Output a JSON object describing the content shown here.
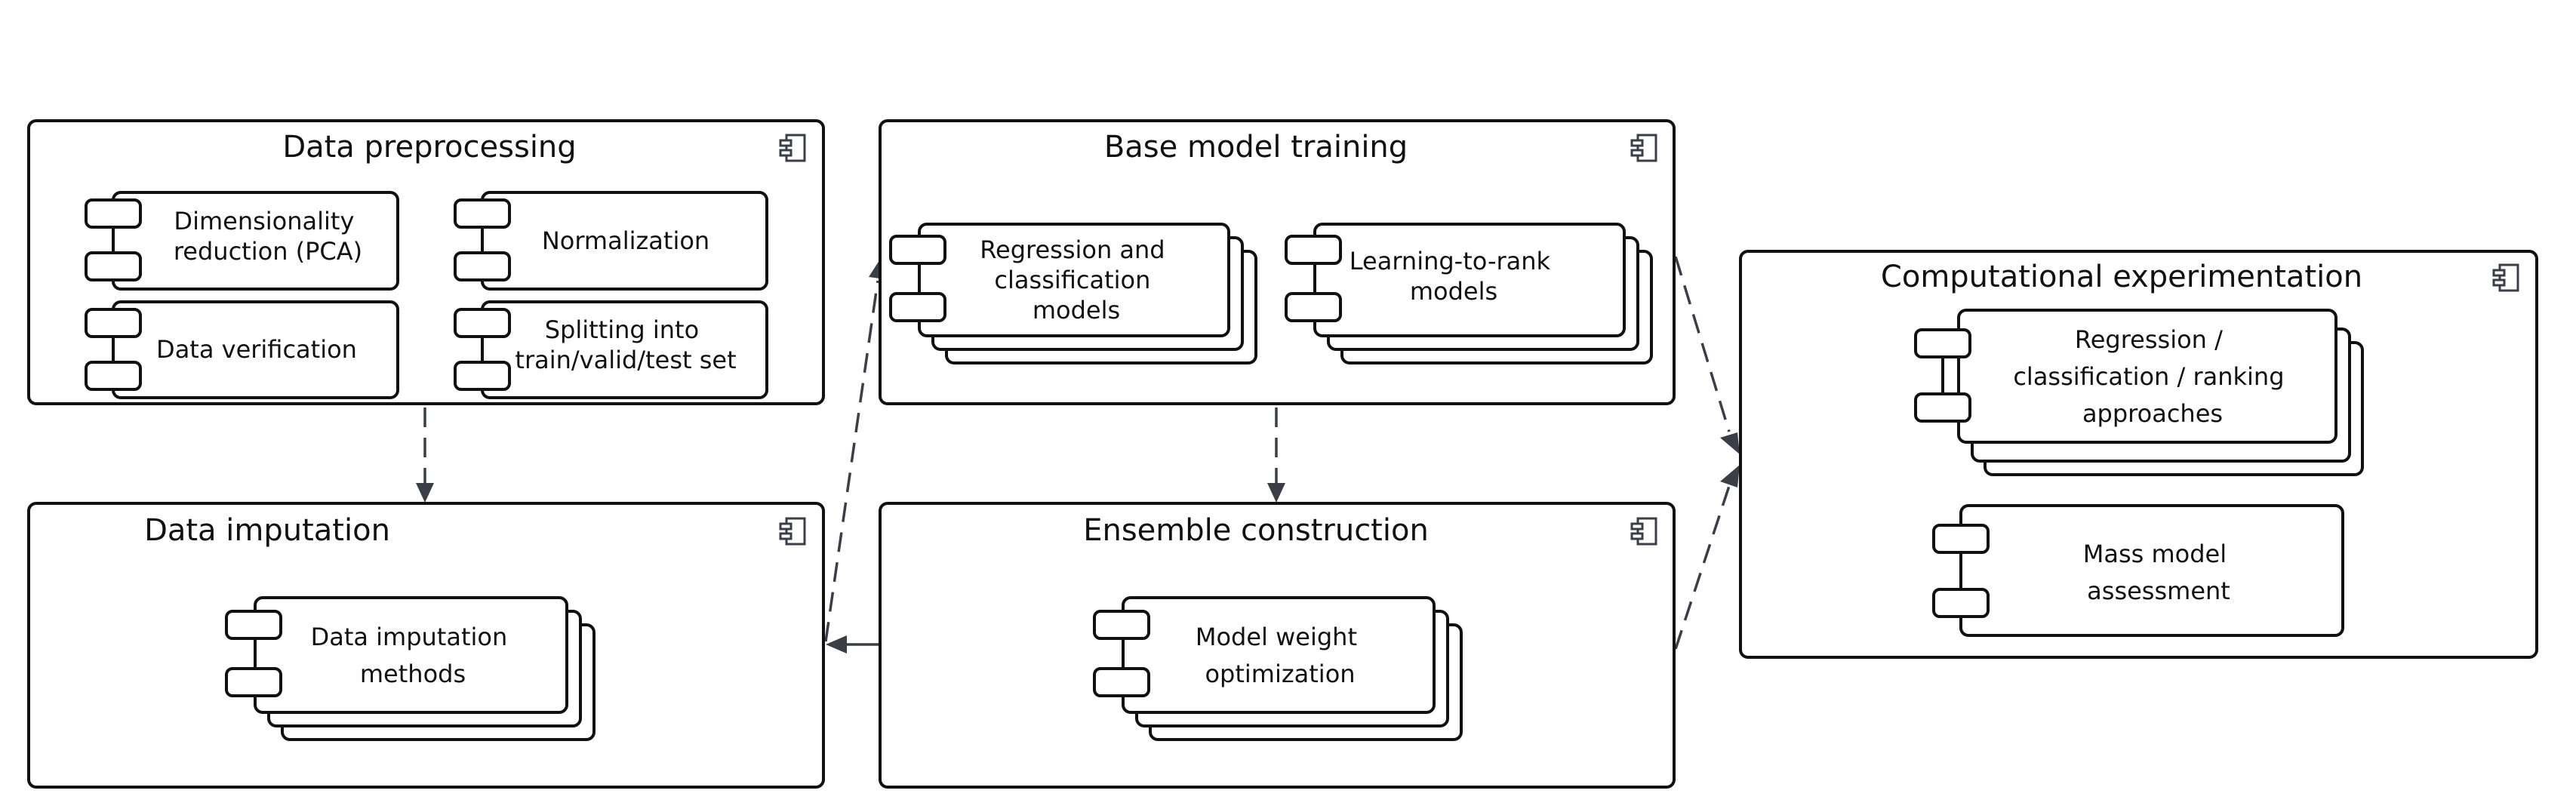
{
  "packages": {
    "preprocessing": {
      "title": "Data preprocessing",
      "icon": "component-icon",
      "items": [
        {
          "lines": [
            "Dimensionality",
            "reduction (PCA)"
          ]
        },
        {
          "lines": [
            "Normalization"
          ]
        },
        {
          "lines": [
            "Data verification"
          ]
        },
        {
          "lines": [
            "Splitting into",
            "train/valid/test set"
          ]
        }
      ]
    },
    "training": {
      "title": "Base model training",
      "icon": "component-icon",
      "items": [
        {
          "lines": [
            "Regression and",
            "classification",
            "models"
          ]
        },
        {
          "lines": [
            "Learning-to-rank",
            "models"
          ]
        }
      ]
    },
    "experimentation": {
      "title": "Computational experimentation",
      "icon": "component-icon",
      "items": [
        {
          "lines": [
            "Regression /",
            "classification / ranking",
            "approaches"
          ]
        },
        {
          "lines": [
            "Mass model",
            "assessment"
          ]
        }
      ]
    },
    "imputation": {
      "title": "Data imputation",
      "icon": "component-icon",
      "items": [
        {
          "lines": [
            "Data imputation",
            "methods"
          ]
        }
      ]
    },
    "ensemble": {
      "title": "Ensemble construction",
      "icon": "component-icon",
      "items": [
        {
          "lines": [
            "Model weight",
            "optimization"
          ]
        }
      ]
    }
  },
  "colors": {
    "stroke": "#111111",
    "connector": "#3a3f47",
    "background": "#ffffff"
  }
}
